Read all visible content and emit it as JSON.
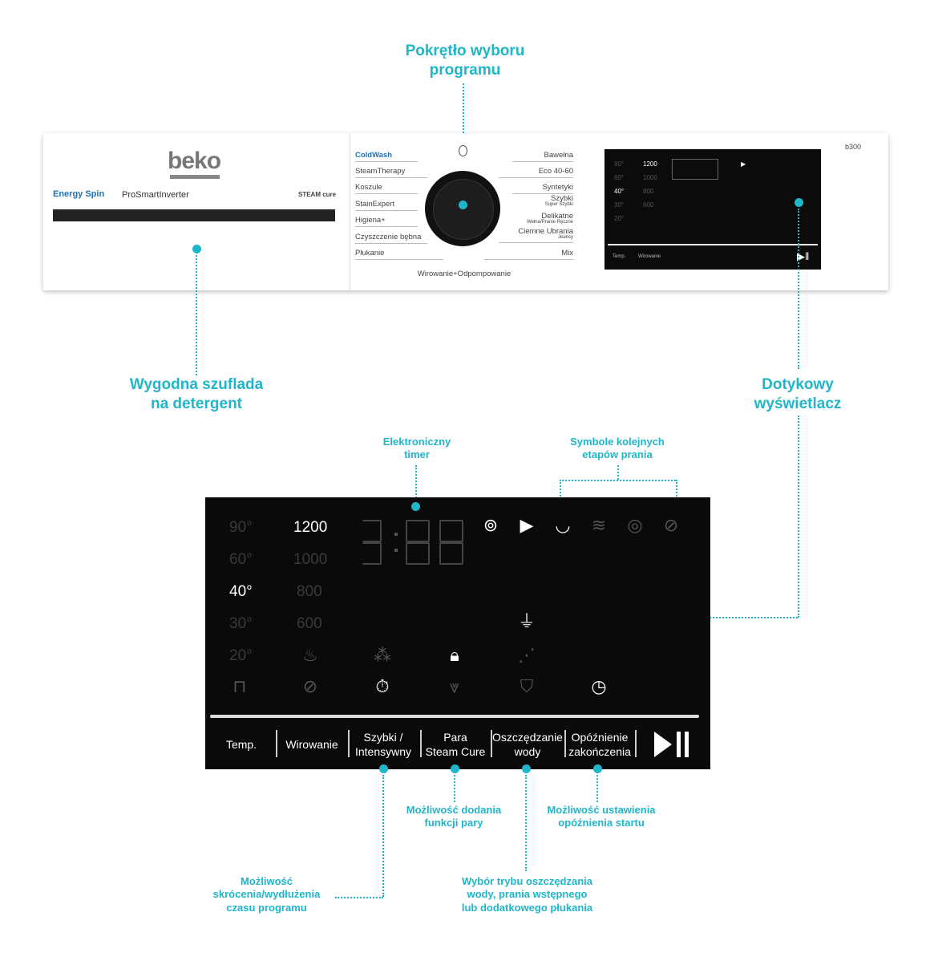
{
  "callouts": {
    "knob": "Pokrętło wyboru programu",
    "drawer_line1": "Wygodna szuflada",
    "drawer_line2": "na detergent",
    "display_line1": "Dotykowy",
    "display_line2": "wyświetlacz",
    "timer_line1": "Elektroniczny",
    "timer_line2": "timer",
    "stages_line1": "Symbole kolejnych",
    "stages_line2": "etapów prania",
    "steam_line1": "Możliwość dodania",
    "steam_line2": "funkcji pary",
    "delay_line1": "Możliwość ustawienia",
    "delay_line2": "opóźnienia startu",
    "shorten_line1": "Możliwość",
    "shorten_line2": "skrócenia/wydłużenia",
    "shorten_line3": "czasu programu",
    "water_line1": "Wybór trybu oszczędzania",
    "water_line2": "wody, prania wstępnego",
    "water_line3": "lub dodatkowego płukania"
  },
  "panel": {
    "brand": "beko",
    "energy_spin": "Energy Spin",
    "prosmart": "ProSmartInverter",
    "steamcure": "STEAM cure",
    "model": "b300",
    "bottom_program": "Wirowanie+Odpompowanie",
    "left_programs": [
      "ColdWash",
      "SteamTherapy",
      "Koszule",
      "StainExpert",
      "Higiena+",
      "Czyszczenie bębna",
      "Płukanie"
    ],
    "right_programs": [
      "Bawełna",
      "Eco 40-60",
      "Syntetyki",
      "Szybki",
      "Delikatne",
      "Ciemne Ubrania",
      "Mix"
    ],
    "right_sub": {
      "szybki": "Super Szybki",
      "delikatne": "Wełna/Pranie Ręczne",
      "ciemne": "Jeansy"
    }
  },
  "display": {
    "temps": [
      "90°",
      "60°",
      "40°",
      "30°",
      "20°"
    ],
    "active_temp": "40°",
    "spins": [
      "1200",
      "1000",
      "800",
      "600"
    ],
    "active_spin": "1200",
    "buttons": {
      "temp": "Temp.",
      "spin": "Wirowanie",
      "quick_line1": "Szybki /",
      "quick_line2": "Intensywny",
      "steam_line1": "Para",
      "steam_line2": "Steam Cure",
      "water_line1": "Oszczędzanie",
      "water_line2": "wody",
      "delay_line1": "Opóźnienie",
      "delay_line2": "zakończenia"
    }
  },
  "colors": {
    "accent": "#1fb6c9",
    "display_bg": "#0a0a0a",
    "brand_blue": "#1c72b8"
  }
}
